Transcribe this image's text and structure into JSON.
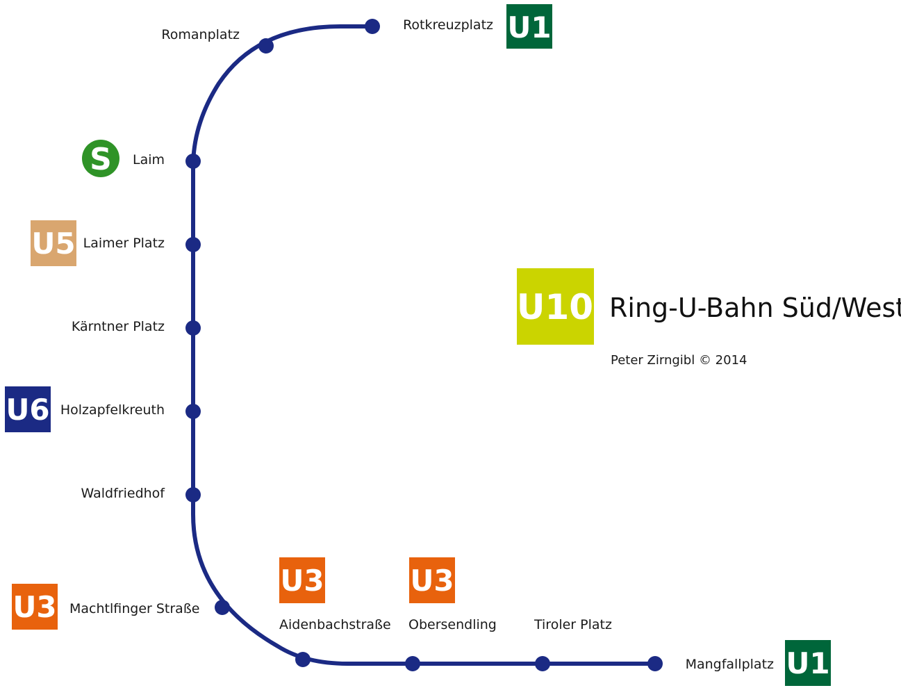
{
  "line": {
    "badge": "U10",
    "badge_color": "#cbd400",
    "name": "Ring-U-Bahn Süd/West",
    "credit": "Peter Zirngibl © 2014",
    "track_color": "#1b2a84"
  },
  "stations": {
    "rotkreuzplatz": "Rotkreuzplatz",
    "romanplatz": "Romanplatz",
    "laim": "Laim",
    "laimer_platz": "Laimer Platz",
    "kaerntner_platz": "Kärntner Platz",
    "holzapfelkreuth": "Holzapfelkreuth",
    "waldfriedhof": "Waldfriedhof",
    "machtlfinger_strasse": "Machtlfinger Straße",
    "aidenbachstrasse": "Aidenbachstraße",
    "obersendling": "Obersendling",
    "tiroler_platz": "Tiroler Platz",
    "mangfallplatz": "Mangfallplatz"
  },
  "transfers": {
    "rotkreuzplatz": {
      "label": "U1",
      "color": "#00663a"
    },
    "laim": {
      "label": "S",
      "color": "#2f9327",
      "icon": "s-bahn-icon"
    },
    "laimer_platz": {
      "label": "U5",
      "color": "#d9a66f"
    },
    "holzapfelkreuth": {
      "label": "U6",
      "color": "#1b2a84"
    },
    "machtlfinger_strasse": {
      "label": "U3",
      "color": "#e8620d"
    },
    "aidenbachstrasse": {
      "label": "U3",
      "color": "#e8620d"
    },
    "obersendling": {
      "label": "U3",
      "color": "#e8620d"
    },
    "mangfallplatz": {
      "label": "U1",
      "color": "#00663a"
    }
  }
}
